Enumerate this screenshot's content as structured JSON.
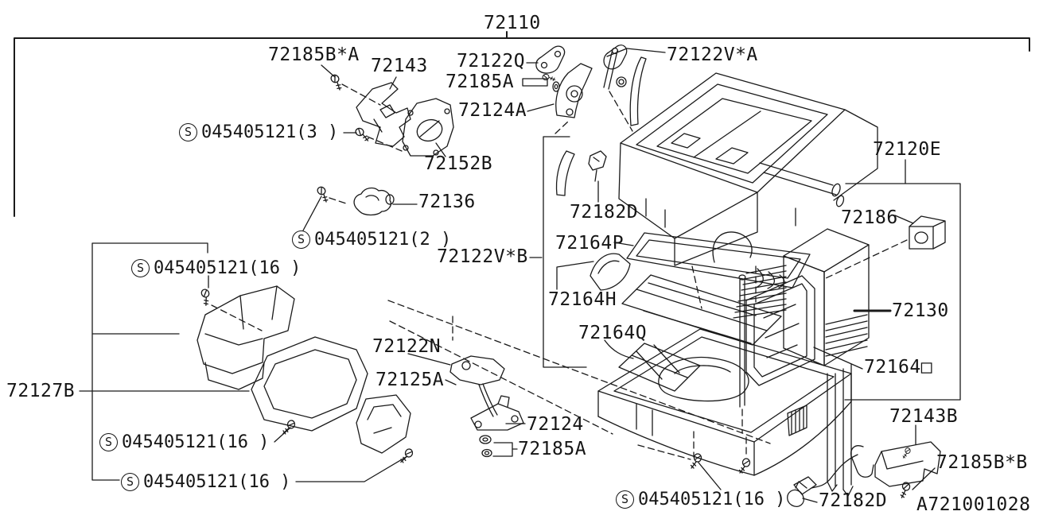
{
  "diagram": {
    "type": "exploded-parts-diagram",
    "line_color": "#1a1a1a",
    "background": "#ffffff",
    "drawing_code": "A721001028"
  },
  "screws": {
    "symbol": "S",
    "qty3": "045405121(3 )",
    "qty2": "045405121(2 )",
    "qty16": "045405121(16 )"
  },
  "labels": {
    "p72110": "72110",
    "p72185BA": "72185B*A",
    "p72143": "72143",
    "p72122Q": "72122Q",
    "p72185A_top": "72185A",
    "p72122VA": "72122V*A",
    "p72124A": "72124A",
    "p72152B": "72152B",
    "p72136": "72136",
    "p72122VB": "72122V*B",
    "p72120E": "72120E",
    "p72182D_top": "72182D",
    "p72164P": "72164P",
    "p72186": "72186",
    "p72164H": "72164H",
    "p72164Q": "72164Q",
    "p72130": "72130",
    "p72122N": "72122N",
    "p72125A": "72125A",
    "p72164box": "72164□",
    "p72127B": "72127B",
    "p72124": "72124",
    "p72185A_mid": "72185A",
    "p72143B": "72143B",
    "p72185BB": "72185B*B",
    "p72182D_bot": "72182D",
    "code": "A721001028"
  }
}
